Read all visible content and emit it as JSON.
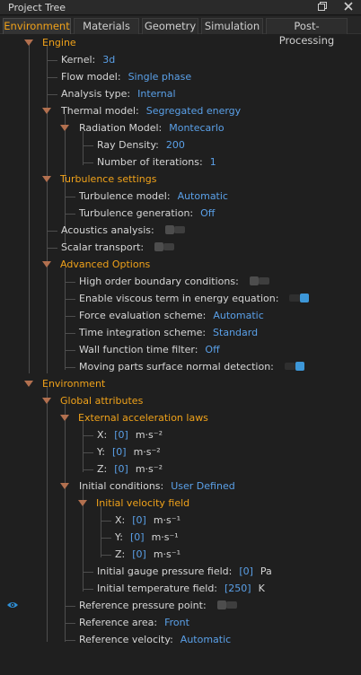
{
  "window": {
    "title": "Project Tree",
    "restore_icon": "restore-icon",
    "close_icon": "close-icon"
  },
  "tabs": [
    {
      "label": "Environment",
      "active": true
    },
    {
      "label": "Materials",
      "active": false
    },
    {
      "label": "Geometry",
      "active": false
    },
    {
      "label": "Simulation",
      "active": false
    },
    {
      "label": "Post-Processing",
      "active": false
    }
  ],
  "colors": {
    "accent": "#f0a21a",
    "value": "#5aa0e8",
    "toggle_on": "#3d97d8",
    "background": "#1f1f1f"
  },
  "engine": {
    "header": "Engine",
    "kernel": {
      "label": "Kernel:",
      "value": "3d"
    },
    "flow_model": {
      "label": "Flow model:",
      "value": "Single phase"
    },
    "analysis_type": {
      "label": "Analysis type:",
      "value": "Internal"
    },
    "thermal_model": {
      "label": "Thermal model:",
      "value": "Segregated energy"
    },
    "radiation_model": {
      "label": "Radiation Model:",
      "value": "Montecarlo"
    },
    "ray_density": {
      "label": "Ray Density:",
      "value": "200"
    },
    "iterations": {
      "label": "Number of iterations:",
      "value": "1"
    },
    "turbulence": {
      "header": "Turbulence settings",
      "model": {
        "label": "Turbulence model:",
        "value": "Automatic"
      },
      "generation": {
        "label": "Turbulence generation:",
        "value": "Off"
      }
    },
    "acoustics": {
      "label": "Acoustics analysis:",
      "on": false
    },
    "scalar": {
      "label": "Scalar transport:",
      "on": false
    },
    "advanced": {
      "header": "Advanced Options",
      "high_order": {
        "label": "High order boundary conditions:",
        "on": false
      },
      "viscous": {
        "label": "Enable viscous term in energy equation:",
        "on": true
      },
      "force_eval": {
        "label": "Force evaluation scheme:",
        "value": "Automatic"
      },
      "time_integration": {
        "label": "Time integration scheme:",
        "value": "Standard"
      },
      "wall_filter": {
        "label": "Wall function time filter:",
        "value": "Off"
      },
      "moving_parts": {
        "label": "Moving parts surface normal detection:",
        "on": true
      }
    }
  },
  "environment": {
    "header": "Environment",
    "global": {
      "header": "Global attributes",
      "ext_accel": {
        "header": "External acceleration laws",
        "x": {
          "label": "X:",
          "value": "[0]",
          "unit": "m·s⁻²"
        },
        "y": {
          "label": "Y:",
          "value": "[0]",
          "unit": "m·s⁻²"
        },
        "z": {
          "label": "Z:",
          "value": "[0]",
          "unit": "m·s⁻²"
        }
      },
      "initial_conditions": {
        "label": "Initial conditions:",
        "value": "User Defined"
      },
      "init_velocity": {
        "header": "Initial velocity field",
        "x": {
          "label": "X:",
          "value": "[0]",
          "unit": "m·s⁻¹"
        },
        "y": {
          "label": "Y:",
          "value": "[0]",
          "unit": "m·s⁻¹"
        },
        "z": {
          "label": "Z:",
          "value": "[0]",
          "unit": "m·s⁻¹"
        }
      },
      "gauge_pressure": {
        "label": "Initial gauge pressure field:",
        "value": "[0]",
        "unit": "Pa"
      },
      "init_temperature": {
        "label": "Initial temperature field:",
        "value": "[250]",
        "unit": "K"
      },
      "ref_pressure_point": {
        "label": "Reference pressure point:",
        "on": false,
        "icon": "eye-icon"
      },
      "ref_area": {
        "label": "Reference area:",
        "value": "Front"
      },
      "ref_velocity": {
        "label": "Reference velocity:",
        "value": "Automatic"
      }
    }
  }
}
